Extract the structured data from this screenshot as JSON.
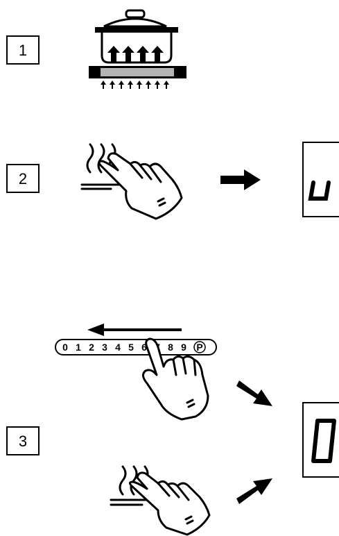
{
  "steps": [
    {
      "number": "1"
    },
    {
      "number": "2"
    },
    {
      "number": "3"
    }
  ],
  "power_scale": {
    "labels": [
      "0",
      "1",
      "2",
      "3",
      "4",
      "5",
      "6",
      "7",
      "8",
      "9",
      "P"
    ]
  },
  "displays": {
    "step2_symbol": "u",
    "step3_symbol": "0"
  },
  "icons": {
    "pot": "pot-on-hob-icon",
    "hand": "hand-touch-icon",
    "heat": "residual-heat-icon",
    "arrow": "arrow-icon",
    "display": "seven-segment-display-icon"
  },
  "colors": {
    "stroke": "#000000",
    "hob_plate": "#b3b3b3",
    "background": "#ffffff"
  }
}
